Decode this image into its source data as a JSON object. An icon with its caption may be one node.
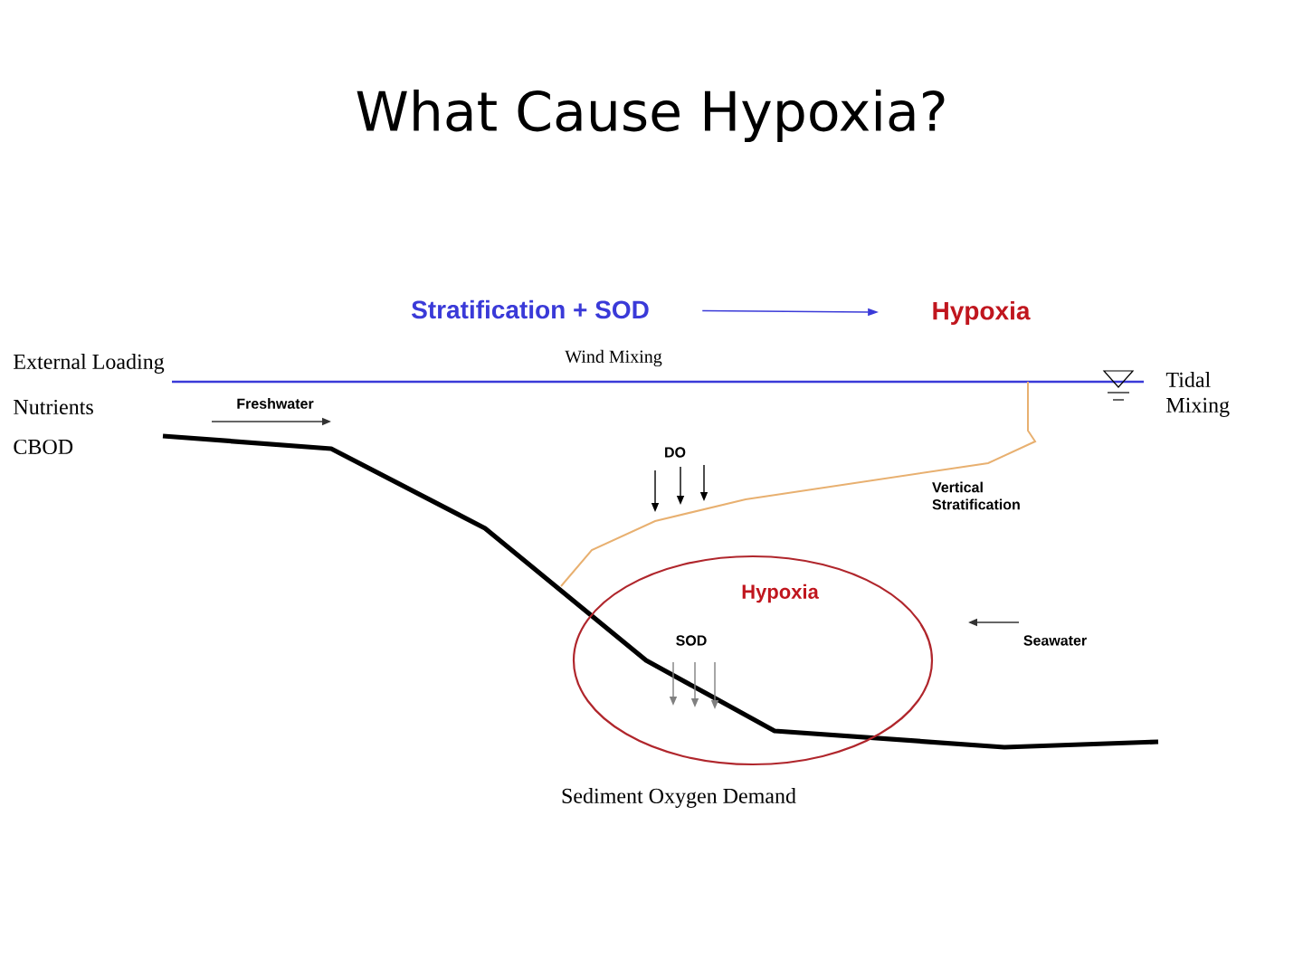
{
  "diagram": {
    "title": "What Cause Hypoxia?",
    "nodes": [
      {
        "text": [
          "Stratification + SOD"
        ]
      },
      {
        "text": [
          "Hypoxia"
        ]
      },
      {
        "text": [
          "Hypoxia"
        ]
      }
    ],
    "edges": [
      {
        "from": 0,
        "to": 1,
        "arrow": "to"
      }
    ],
    "labels": [
      "External Loading",
      "Nutrients",
      "CBOD",
      "Freshwater",
      "Wind Mixing",
      "Tidal Mixing",
      "DO",
      "Vertical Stratification",
      "SOD",
      "Seawater",
      "Sediment Oxygen Demand"
    ]
  }
}
